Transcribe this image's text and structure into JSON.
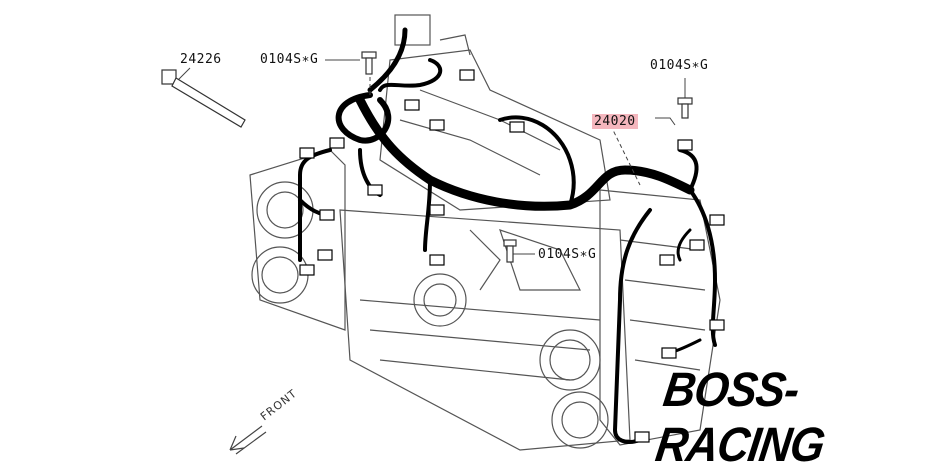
{
  "callouts": {
    "clip_part": "24226",
    "bolt_top_left": "0104S∗G",
    "bolt_top_right": "0104S∗G",
    "harness_part": "24020",
    "bolt_center": "0104S∗G"
  },
  "watermark": "BOSS-RACING",
  "direction_label": "FRONT",
  "colors": {
    "highlight": "#f4b6bd",
    "harness": "#000000",
    "line": "#555555"
  }
}
